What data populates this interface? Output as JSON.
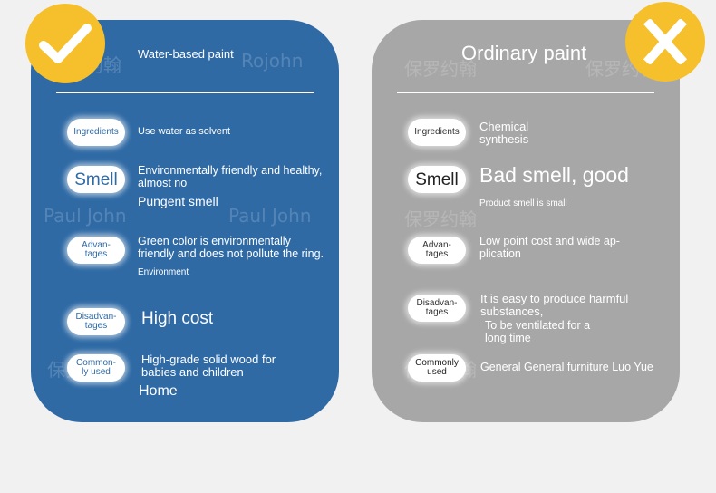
{
  "left": {
    "title": "Water-based paint",
    "rows": [
      {
        "label": "Ingredients",
        "lines": [
          "Use water as solvent"
        ]
      },
      {
        "label": "Smell",
        "lines": [
          "Environmentally friendly and healthy,",
          "almost no",
          "Pungent smell"
        ]
      },
      {
        "label": "Advantages",
        "lines": [
          "Green color is environmentally",
          "friendly and does not pollute the ring.",
          "Environment"
        ]
      },
      {
        "label": "Disadvantages",
        "lines": [
          "High cost"
        ]
      },
      {
        "label": "Commonly used",
        "lines": [
          "High-grade solid wood for",
          "babies and children",
          "Home"
        ]
      }
    ]
  },
  "right": {
    "title": "Ordinary paint",
    "rows": [
      {
        "label": "Ingredients",
        "lines": [
          "Chemical",
          "synthesis"
        ]
      },
      {
        "label": "Smell",
        "lines": [
          "Bad smell, good",
          "Product smell is small"
        ]
      },
      {
        "label": "Advantages",
        "lines": [
          "Low point cost and wide ap-",
          "plication"
        ]
      },
      {
        "label": "Disadvantages",
        "lines": [
          "It is easy to produce harmful",
          "substances,",
          "To be ventilated for a",
          "long time"
        ]
      },
      {
        "label": "Commonly used",
        "lines": [
          "General General furniture Luo Yue"
        ]
      }
    ]
  },
  "pill_labels": {
    "ingredients": "Ingredients",
    "smell": "Smell",
    "advantages_1": "Advan-",
    "advantages_2": "tages",
    "disadvantages_1": "Disadvan-",
    "disadvantages_2": "tages",
    "common_left_1": "Common-",
    "common_left_2": "ly used",
    "common_right_1": "Commonly",
    "common_right_2": "used"
  },
  "watermarks": {
    "brand_cn": "保罗约翰",
    "brand_en_1": "Rojohn",
    "brand_en_2": "Paul John"
  },
  "icons": {
    "left_badge": "checkmark-icon",
    "right_badge": "cross-icon"
  },
  "colors": {
    "blue_card": "#2f6aa5",
    "gray_card": "#a7a7a7",
    "badge": "#f5c02b"
  }
}
